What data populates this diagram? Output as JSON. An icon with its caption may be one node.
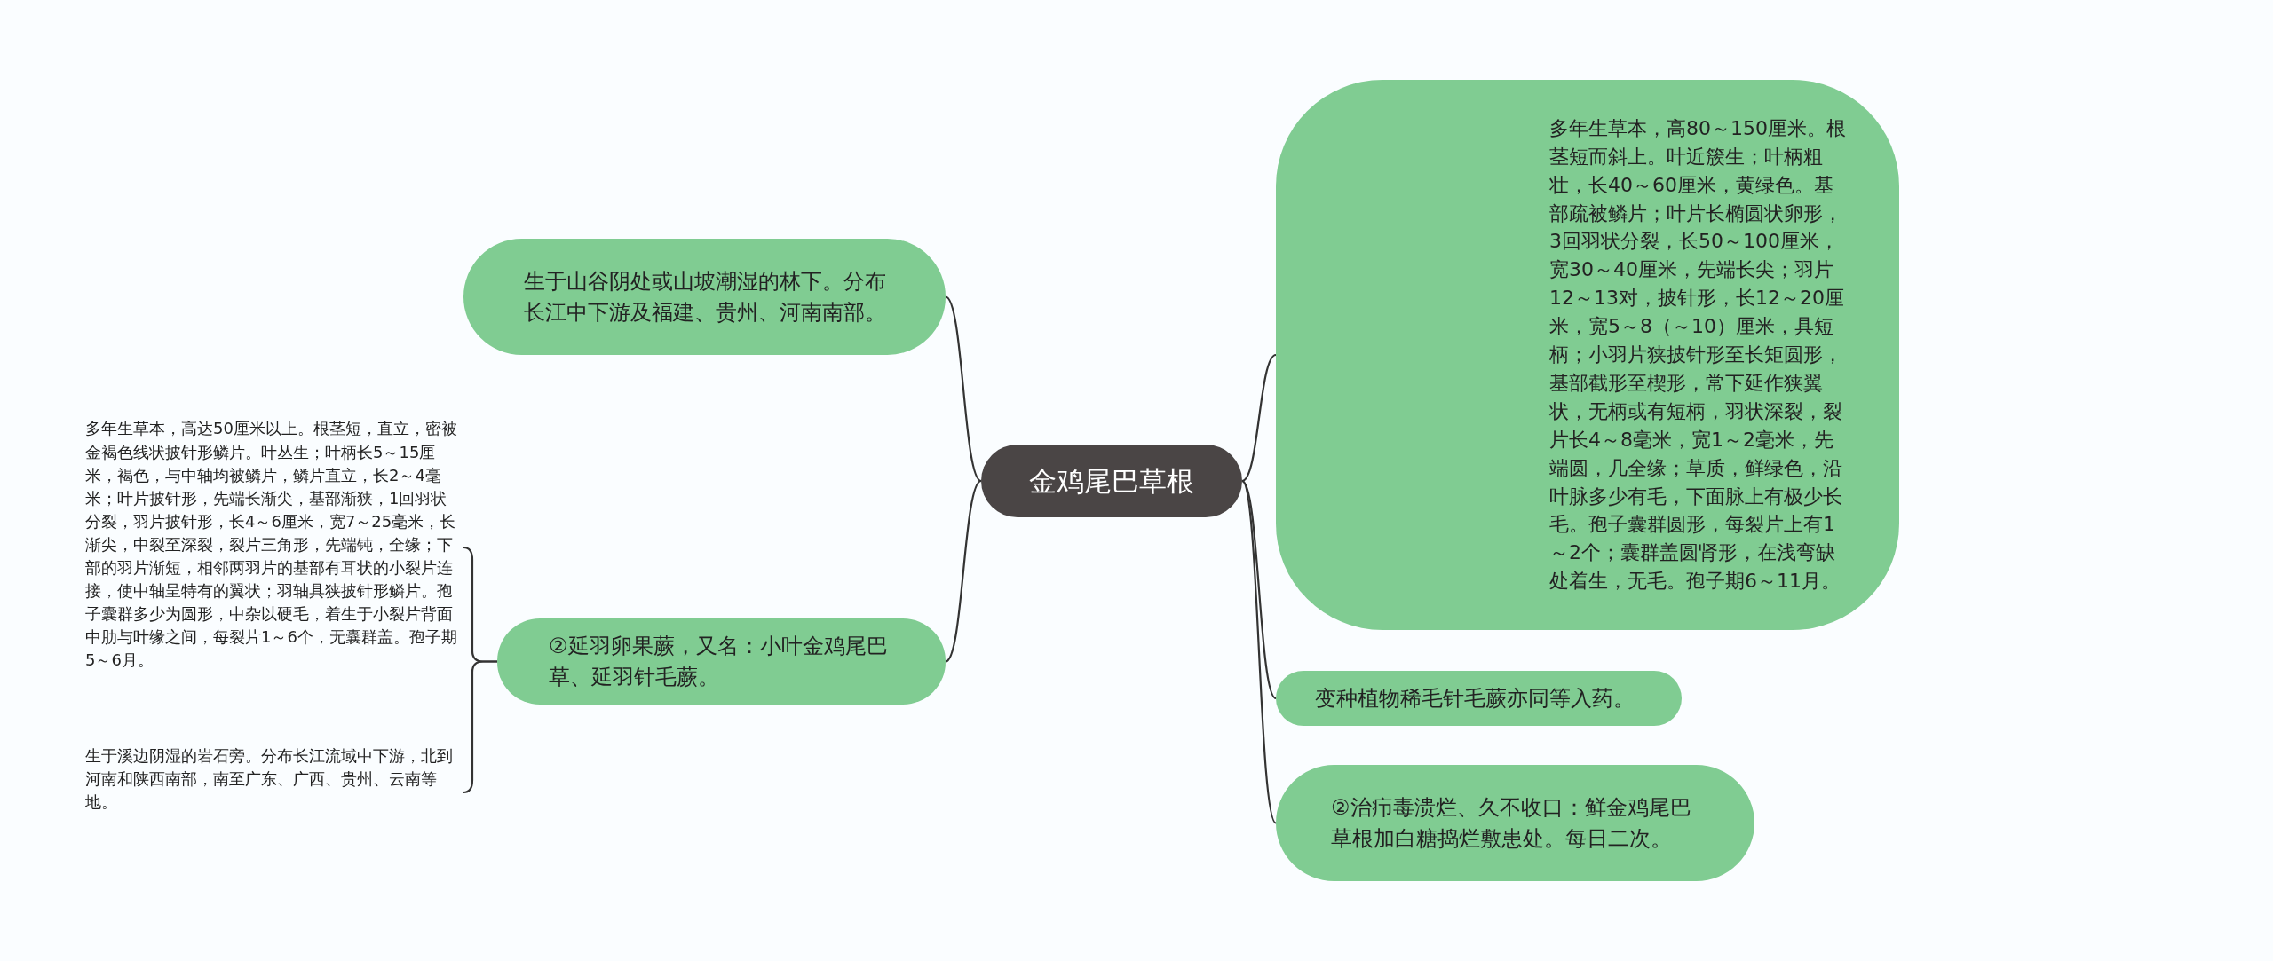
{
  "diagram": {
    "nodes": [
      {
        "text": [
          "金鸡尾巴草根"
        ]
      },
      {
        "text": [
          "生于山谷阴处或山坡潮湿的林下。分布长江中下游及福建、贵州、河南南部。"
        ]
      },
      {
        "text": [
          "②延羽卵果蕨，又名：小叶金鸡尾巴草、延羽针毛蕨。"
        ]
      },
      {
        "text": [
          "多年生草本，高达50厘米以上。根茎短，直立，密被金褐色线状披针形鳞片。叶丛生；叶柄长5～15厘米，褐色，与中轴均被鳞片，鳞片直立，长2～4毫米；叶片披针形，先端长渐尖，基部渐狭，1回羽状分裂，羽片披针形，长4～6厘米，宽7～25毫米，长渐尖，中裂至深裂，裂片三角形，先端钝，全缘；下部的羽片渐短，相邻两羽片的基部有耳状的小裂片连接，使中轴呈特有的翼状；羽轴具狭披针形鳞片。孢子囊群多少为圆形，中杂以硬毛，着生于小裂片背面中肋与叶缘之间，每裂片1～6个，无囊群盖。孢子期5～6月。"
        ]
      },
      {
        "text": [
          "生于溪边阴湿的岩石旁。分布长江流域中下游，北到河南和陕西南部，南至广东、广西、贵州、云南等地。"
        ]
      },
      {
        "text": [
          "多年生草本，高80～150厘米。根茎短而斜上。叶近簇生；叶柄粗壮，长40～60厘米，黄绿色。基部疏被鳞片；叶片长椭圆状卵形，3回羽状分裂，长50～100厘米，宽30～40厘米，先端长尖；羽片12～13对，披针形，长12～20厘米，宽5～8（～10）厘米，具短柄；小羽片狭披针形至长矩圆形，基部截形至楔形，常下延作狭翼状，无柄或有短柄，羽状深裂，裂片长4～8毫米，宽1～2毫米，先端圆，几全缘；草质，鲜绿色，沿叶脉多少有毛，下面脉上有极少长毛。孢子囊群圆形，每裂片上有1～2个；囊群盖圆肾形，在浅弯缺处着生，无毛。孢子期6～11月。"
        ]
      },
      {
        "text": [
          "变种植物稀毛针毛蕨亦同等入药。"
        ]
      },
      {
        "text": [
          "②治疖毒溃烂、久不收口：鲜金鸡尾巴草根加白糖捣烂敷患处。每日二次。"
        ]
      }
    ],
    "edges": [
      {
        "from": 0,
        "to": 1,
        "arrow": "none"
      },
      {
        "from": 0,
        "to": 2,
        "arrow": "none"
      },
      {
        "from": 2,
        "to": 3,
        "arrow": "none"
      },
      {
        "from": 2,
        "to": 4,
        "arrow": "none"
      },
      {
        "from": 0,
        "to": 5,
        "arrow": "none"
      },
      {
        "from": 0,
        "to": 6,
        "arrow": "none"
      },
      {
        "from": 0,
        "to": 7,
        "arrow": "none"
      }
    ]
  }
}
